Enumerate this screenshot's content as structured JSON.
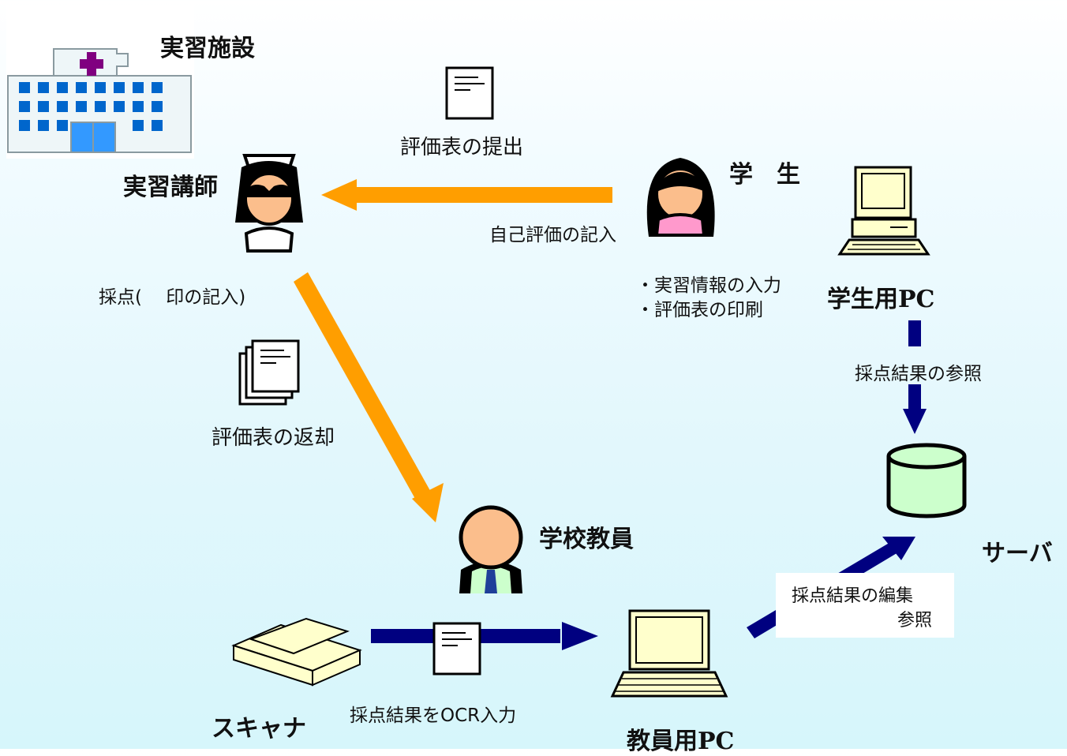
{
  "nodes": {
    "facility": "実習施設",
    "instructor": "実習講師",
    "student": "学　生",
    "student_pc": "学生用PC",
    "teacher": "学校教員",
    "server": "サーバ",
    "teacher_pc": "教員用PC",
    "scanner": "スキャナ"
  },
  "labels": {
    "submit_form": "評価表の提出",
    "self_eval": "自己評価の記入",
    "scoring": "採点(　 印の記入)",
    "student_tasks": [
      "・実習情報の入力",
      "・評価表の印刷"
    ],
    "return_form": "評価表の返却",
    "view_results": "採点結果の参照",
    "edit_results": [
      "採点結果の編集",
      "参照"
    ],
    "ocr_input": "採点結果をOCR入力"
  },
  "colors": {
    "orange": "#ff9e00",
    "navy": "#000080",
    "skin": "#fbbe8c",
    "pink": "#ff99cc",
    "server_green": "#ccffcc",
    "pc_yellow": "#ffffcc"
  }
}
